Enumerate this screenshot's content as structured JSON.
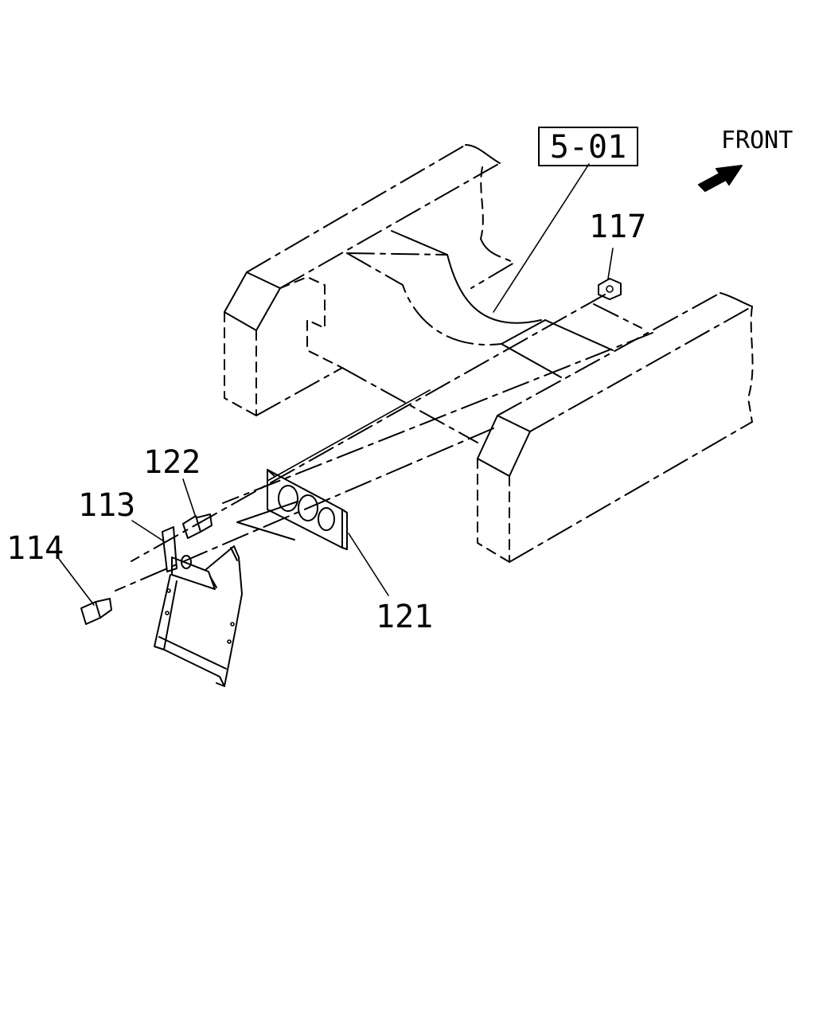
{
  "diagram": {
    "direction_label": "FRONT",
    "reference_box": "5-01",
    "callouts": {
      "p117": "117",
      "p122": "122",
      "p113": "113",
      "p114": "114",
      "p121": "121"
    }
  }
}
